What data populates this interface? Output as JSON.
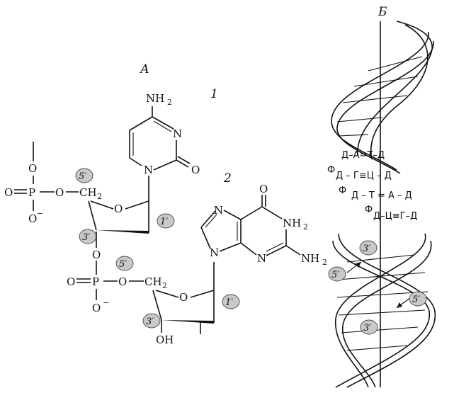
{
  "panels": {
    "a": "А",
    "b": "Б"
  },
  "numbers": {
    "n1": "1",
    "n2": "2"
  },
  "atoms": {
    "nh2_top": "NH",
    "nh2_top_sub": "2",
    "n": "N",
    "o": "O",
    "ch2": "CH",
    "ch2_sub": "2",
    "p": "P",
    "o_minus": "O",
    "minus": "−",
    "oh": "OH",
    "nh": "NH",
    "nh_sub": "2",
    "n_h2_sub": "2"
  },
  "primes": {
    "five": "5′",
    "three": "3′",
    "one": "1′"
  },
  "base_pairs": [
    "Д–А=Т–Д",
    "Ф",
    "Д – Г≡Ц – Д",
    "Ф",
    "Д – Т = А – Д",
    "Ф",
    "Д–Ц≡Г–Д"
  ],
  "colors": {
    "line": "#111111",
    "badge": "#c9c9c9"
  }
}
